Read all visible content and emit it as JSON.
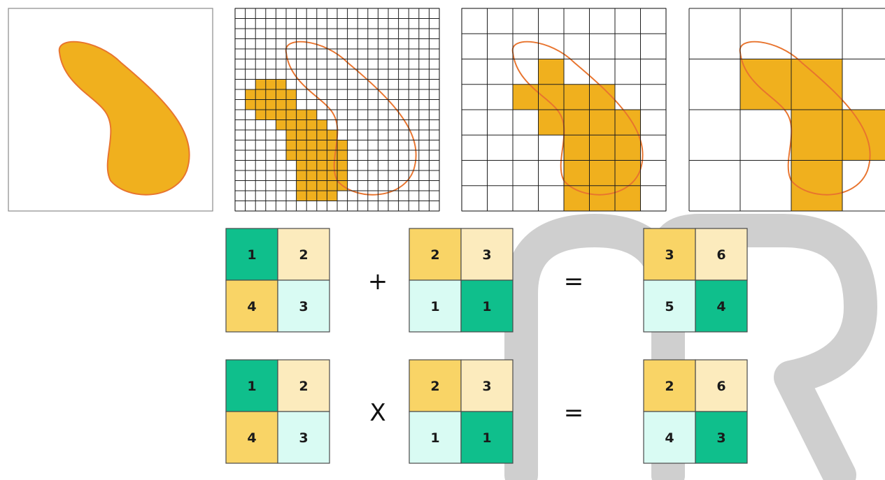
{
  "colors": {
    "shape_fill": "#f0b01e",
    "shape_outline": "#e8742e",
    "grid": "#1e1e1e",
    "frame": "#8a8a8a",
    "watermark": "#cfcfcf",
    "cell_colors": {
      "dark_green": "#0fbf8c",
      "yellow": "#f9d466",
      "pale_yellow": "#fcebbd",
      "pale_cyan": "#d9fbf3"
    }
  },
  "rasterization_panels": [
    {
      "grid_divisions": 0,
      "shape": "continuous"
    },
    {
      "grid_divisions": 20,
      "filled_cells": [
        [
          2,
          7
        ],
        [
          3,
          7
        ],
        [
          4,
          7
        ],
        [
          1,
          8
        ],
        [
          2,
          8
        ],
        [
          3,
          8
        ],
        [
          4,
          8
        ],
        [
          5,
          8
        ],
        [
          1,
          9
        ],
        [
          2,
          9
        ],
        [
          3,
          9
        ],
        [
          4,
          9
        ],
        [
          5,
          9
        ],
        [
          2,
          10
        ],
        [
          3,
          10
        ],
        [
          4,
          10
        ],
        [
          5,
          10
        ],
        [
          6,
          10
        ],
        [
          7,
          10
        ],
        [
          4,
          11
        ],
        [
          5,
          11
        ],
        [
          6,
          11
        ],
        [
          7,
          11
        ],
        [
          8,
          11
        ],
        [
          5,
          12
        ],
        [
          6,
          12
        ],
        [
          7,
          12
        ],
        [
          8,
          12
        ],
        [
          9,
          12
        ],
        [
          5,
          13
        ],
        [
          6,
          13
        ],
        [
          7,
          13
        ],
        [
          8,
          13
        ],
        [
          9,
          13
        ],
        [
          10,
          13
        ],
        [
          5,
          14
        ],
        [
          6,
          14
        ],
        [
          7,
          14
        ],
        [
          8,
          14
        ],
        [
          9,
          14
        ],
        [
          10,
          14
        ],
        [
          6,
          15
        ],
        [
          7,
          15
        ],
        [
          8,
          15
        ],
        [
          9,
          15
        ],
        [
          10,
          15
        ],
        [
          6,
          16
        ],
        [
          7,
          16
        ],
        [
          8,
          16
        ],
        [
          9,
          16
        ],
        [
          10,
          16
        ],
        [
          6,
          17
        ],
        [
          7,
          17
        ],
        [
          8,
          17
        ],
        [
          9,
          17
        ],
        [
          10,
          17
        ],
        [
          6,
          18
        ],
        [
          7,
          18
        ],
        [
          8,
          18
        ],
        [
          9,
          18
        ]
      ]
    },
    {
      "grid_divisions": 8,
      "filled_cells": [
        [
          3,
          2
        ],
        [
          2,
          3
        ],
        [
          3,
          3
        ],
        [
          4,
          3
        ],
        [
          5,
          3
        ],
        [
          3,
          4
        ],
        [
          4,
          4
        ],
        [
          5,
          4
        ],
        [
          6,
          4
        ],
        [
          4,
          5
        ],
        [
          5,
          5
        ],
        [
          6,
          5
        ],
        [
          4,
          6
        ],
        [
          5,
          6
        ],
        [
          6,
          6
        ],
        [
          4,
          7
        ],
        [
          5,
          7
        ],
        [
          6,
          7
        ]
      ]
    },
    {
      "grid_divisions": 4,
      "filled_cells": [
        [
          1,
          1
        ],
        [
          2,
          1
        ],
        [
          2,
          2
        ],
        [
          3,
          2
        ],
        [
          2,
          3
        ]
      ]
    }
  ],
  "matrix_equations": [
    {
      "operator": "+",
      "equals": "=",
      "a": [
        [
          {
            "v": "1",
            "c": "dark_green"
          },
          {
            "v": "2",
            "c": "pale_yellow"
          }
        ],
        [
          {
            "v": "4",
            "c": "yellow"
          },
          {
            "v": "3",
            "c": "pale_cyan"
          }
        ]
      ],
      "b": [
        [
          {
            "v": "2",
            "c": "yellow"
          },
          {
            "v": "3",
            "c": "pale_yellow"
          }
        ],
        [
          {
            "v": "1",
            "c": "pale_cyan"
          },
          {
            "v": "1",
            "c": "dark_green"
          }
        ]
      ],
      "result": [
        [
          {
            "v": "3",
            "c": "yellow"
          },
          {
            "v": "6",
            "c": "pale_yellow"
          }
        ],
        [
          {
            "v": "5",
            "c": "pale_cyan"
          },
          {
            "v": "4",
            "c": "dark_green"
          }
        ]
      ]
    },
    {
      "operator": "X",
      "equals": "=",
      "a": [
        [
          {
            "v": "1",
            "c": "dark_green"
          },
          {
            "v": "2",
            "c": "pale_yellow"
          }
        ],
        [
          {
            "v": "4",
            "c": "yellow"
          },
          {
            "v": "3",
            "c": "pale_cyan"
          }
        ]
      ],
      "b": [
        [
          {
            "v": "2",
            "c": "yellow"
          },
          {
            "v": "3",
            "c": "pale_yellow"
          }
        ],
        [
          {
            "v": "1",
            "c": "pale_cyan"
          },
          {
            "v": "1",
            "c": "dark_green"
          }
        ]
      ],
      "result": [
        [
          {
            "v": "2",
            "c": "yellow"
          },
          {
            "v": "6",
            "c": "pale_yellow"
          }
        ],
        [
          {
            "v": "4",
            "c": "pale_cyan"
          },
          {
            "v": "3",
            "c": "dark_green"
          }
        ]
      ]
    }
  ]
}
